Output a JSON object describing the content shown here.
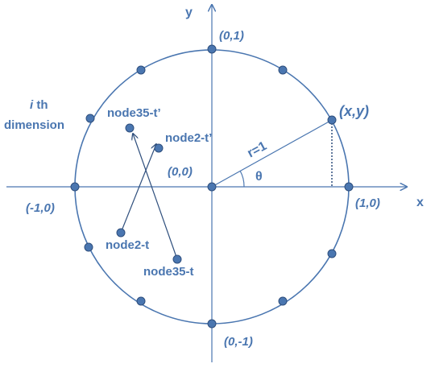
{
  "axes": {
    "x_label": "x",
    "y_label": "y"
  },
  "points": {
    "top": "(0,1)",
    "bottom": "(0,-1)",
    "left": "(-1,0)",
    "right": "(1,0)",
    "origin": "(0,0)",
    "xy": "(x,y)"
  },
  "radius_label": "r=1",
  "angle_label": "θ",
  "dimension_label": {
    "line1": "i th",
    "line2": "dimension"
  },
  "nodes": {
    "node35_t_prime": "node35-t’",
    "node2_t_prime": "node2-t’",
    "node2_t": "node2-t",
    "node35_t": "node35-t"
  },
  "colors": {
    "stroke": "#4a76b0",
    "dot_fill": "#4a76b0"
  }
}
